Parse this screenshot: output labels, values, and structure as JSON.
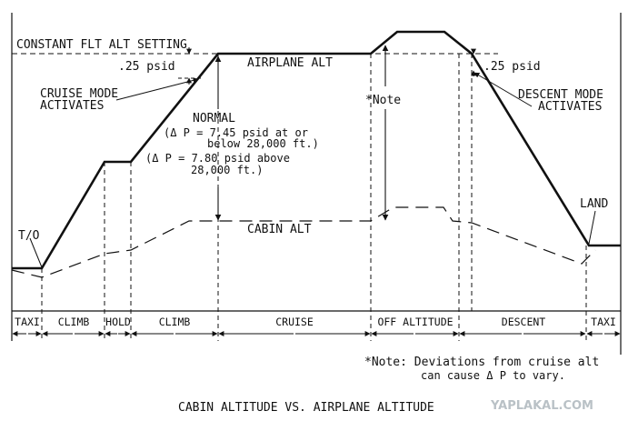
{
  "labels": {
    "constant_flt_alt": "CONSTANT FLT ALT SETTING",
    "psid_left": ".25 psid",
    "psid_right": ".25 psid",
    "airplane_alt": "AIRPLANE ALT",
    "note_marker": "*Note",
    "cruise_mode_1": "CRUISE MODE",
    "cruise_mode_2": "ACTIVATES",
    "descent_mode_1": "DESCENT MODE",
    "descent_mode_2": "ACTIVATES",
    "normal": "NORMAL",
    "dp_low_1": "(Δ P = 7.45 psid at or",
    "dp_low_2": "below 28,000 ft.)",
    "dp_high_1": "(Δ P = 7.80 psid above",
    "dp_high_2": "28,000 ft.)",
    "takeoff": "T/O",
    "cabin_alt": "CABIN ALT",
    "land": "LAND"
  },
  "phases": [
    "TAXI",
    "CLIMB",
    "HOLD",
    "CLIMB",
    "CRUISE",
    "OFF ALTITUDE",
    "DESCENT",
    "TAXI"
  ],
  "note": {
    "line1": "*Note: Deviations from cruise alt",
    "line2": "can cause Δ P to vary."
  },
  "caption": "CABIN ALTITUDE VS. AIRPLANE ALTITUDE",
  "watermark": "YAPLAKAL.COM",
  "colors": {
    "ink": "#111111",
    "watermark": "#b9c1c6"
  }
}
